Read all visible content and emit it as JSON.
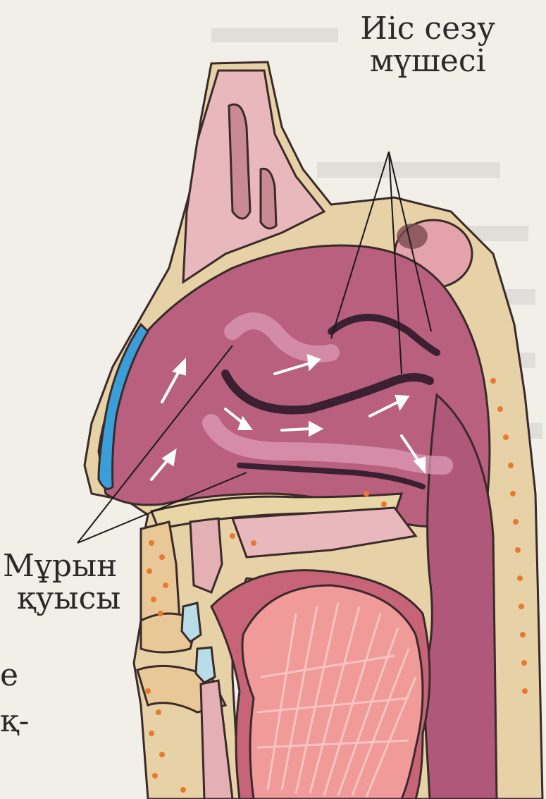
{
  "labels": {
    "olfactory_organ": [
      "Иіс сезу",
      "мүшесі"
    ],
    "nasal_cavity": [
      "Мұрын",
      "қуысы"
    ]
  },
  "fragments": {
    "left_edge_1": "е",
    "left_edge_2": "қ-"
  },
  "colors": {
    "background": "#f2eee8",
    "cavity": "#b8607e",
    "bone": "#e8b8b8",
    "cartilage_blue": "#3a9fd8",
    "skin_outline": "#d9c49a",
    "muscle": "#e88a8a",
    "arrow": "#ffffff"
  }
}
